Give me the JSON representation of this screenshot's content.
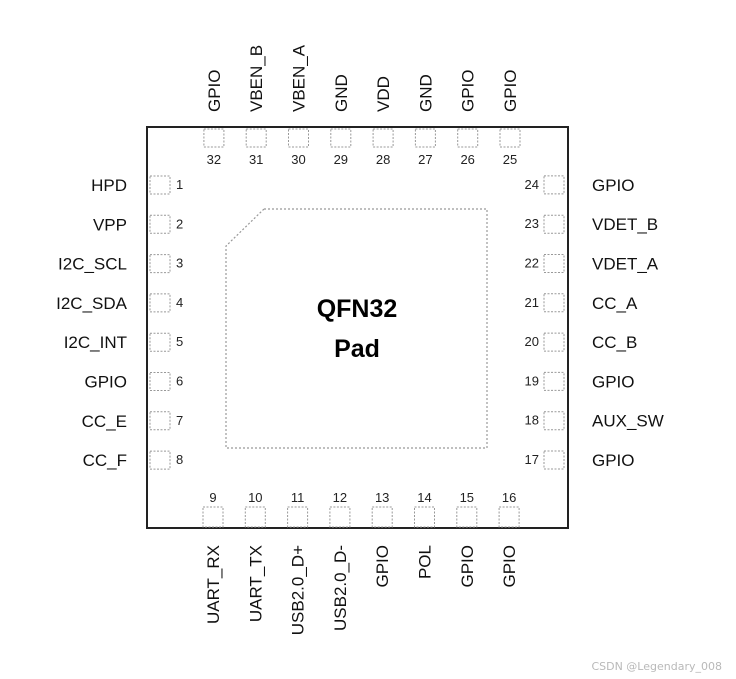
{
  "package": {
    "pad_lines": [
      "QFN32",
      "Pad"
    ],
    "left_pins": [
      {
        "num": "1",
        "name": "HPD"
      },
      {
        "num": "2",
        "name": "VPP"
      },
      {
        "num": "3",
        "name": "I2C_SCL"
      },
      {
        "num": "4",
        "name": "I2C_SDA"
      },
      {
        "num": "5",
        "name": "I2C_INT"
      },
      {
        "num": "6",
        "name": "GPIO"
      },
      {
        "num": "7",
        "name": "CC_E"
      },
      {
        "num": "8",
        "name": "CC_F"
      }
    ],
    "bottom_pins": [
      {
        "num": "9",
        "name": "UART_RX"
      },
      {
        "num": "10",
        "name": "UART_TX"
      },
      {
        "num": "11",
        "name": "USB2.0_D+"
      },
      {
        "num": "12",
        "name": "USB2.0_D-"
      },
      {
        "num": "13",
        "name": "GPIO"
      },
      {
        "num": "14",
        "name": "POL"
      },
      {
        "num": "15",
        "name": "GPIO"
      },
      {
        "num": "16",
        "name": "GPIO"
      }
    ],
    "right_pins": [
      {
        "num": "17",
        "name": "GPIO"
      },
      {
        "num": "18",
        "name": "AUX_SW"
      },
      {
        "num": "19",
        "name": "GPIO"
      },
      {
        "num": "20",
        "name": "CC_B"
      },
      {
        "num": "21",
        "name": "CC_A"
      },
      {
        "num": "22",
        "name": "VDET_A"
      },
      {
        "num": "23",
        "name": "VDET_B"
      },
      {
        "num": "24",
        "name": "GPIO"
      }
    ],
    "top_pins": [
      {
        "num": "25",
        "name": "GPIO"
      },
      {
        "num": "26",
        "name": "GPIO"
      },
      {
        "num": "27",
        "name": "GND"
      },
      {
        "num": "28",
        "name": "VDD"
      },
      {
        "num": "29",
        "name": "GND"
      },
      {
        "num": "30",
        "name": "VBEN_A"
      },
      {
        "num": "31",
        "name": "VBEN_B"
      },
      {
        "num": "32",
        "name": "GPIO"
      }
    ]
  },
  "watermark": "CSDN @Legendary_008",
  "colors": {
    "outline": "#222222",
    "pad_border": "#999999",
    "text": "#111111"
  }
}
